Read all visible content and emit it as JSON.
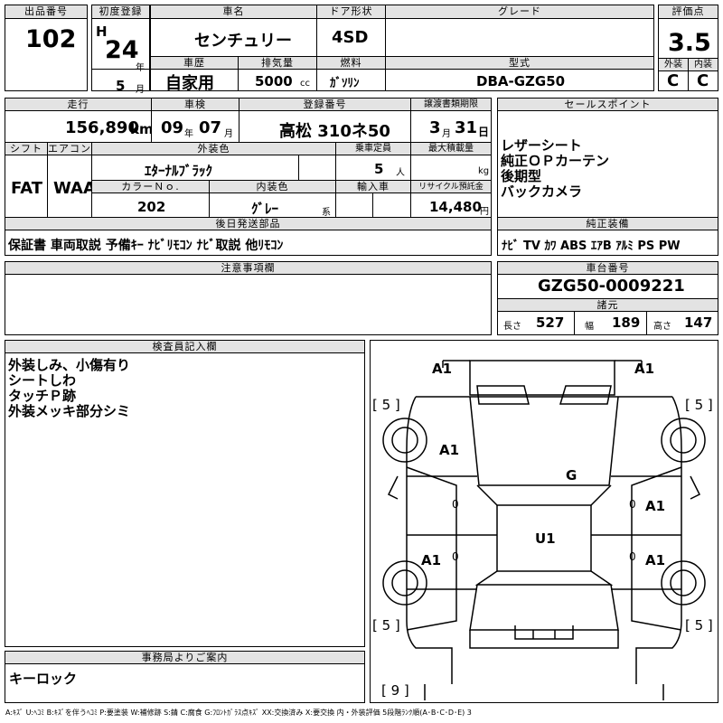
{
  "lot": {
    "label": "出品番号",
    "value": "102"
  },
  "first_reg": {
    "label": "初度登録",
    "era": "H",
    "year": "24",
    "year_unit": "年",
    "month": "5",
    "month_unit": "月"
  },
  "car_name": {
    "label": "車名",
    "value": "センチュリー"
  },
  "door": {
    "label": "ドア形状",
    "value": "4SD"
  },
  "grade": {
    "label": "グレード",
    "value": ""
  },
  "score": {
    "label": "評価点",
    "value": "3.5",
    "ext_label": "外装",
    "ext_value": "C",
    "int_label": "内装",
    "int_value": "C"
  },
  "history": {
    "label": "車歴",
    "value": "自家用"
  },
  "displacement": {
    "label": "排気量",
    "value": "5000",
    "unit": "cc"
  },
  "fuel": {
    "label": "燃料",
    "value": "ｶﾞｿﾘﾝ"
  },
  "model_code": {
    "label": "型式",
    "value": "DBA-GZG50"
  },
  "mileage": {
    "label": "走行",
    "value": "156,890",
    "unit": "km"
  },
  "inspection": {
    "label": "車検",
    "year": "09",
    "year_unit": "年",
    "month": "07",
    "month_unit": "月"
  },
  "plate": {
    "label": "登録番号",
    "value": "高松 310ネ50"
  },
  "transfer": {
    "label": "譲渡書類期限",
    "month": "3",
    "month_unit": "月",
    "day": "31",
    "day_unit": "日"
  },
  "sales_points": {
    "label": "セールスポイント",
    "items": [
      "レザーシート",
      "純正ＯＰカーテン",
      "後期型",
      "バックカメラ"
    ]
  },
  "shift": {
    "label": "シフト",
    "value": "FAT"
  },
  "ac": {
    "label": "エアコン",
    "value": "WAA"
  },
  "exterior_color": {
    "label": "外装色",
    "value": "ｴﾀｰﾅﾙﾌﾞﾗｯｸ"
  },
  "capacity": {
    "label": "乗車定員",
    "value": "5",
    "unit": "人"
  },
  "max_load": {
    "label": "最大積載量",
    "value": "",
    "unit": "kg"
  },
  "color_no": {
    "label": "カラーＮｏ.",
    "value": "202"
  },
  "interior_color": {
    "label": "内装色",
    "value": "ｸﾞﾚｰ",
    "unit": "系"
  },
  "import": {
    "label": "輸入車",
    "value": ""
  },
  "recycle": {
    "label": "リサイクル預託金",
    "value": "14,480",
    "unit": "円"
  },
  "later_parts": {
    "label": "後日発送部品",
    "value": "保証書 車両取説 予備ｷｰ ﾅﾋﾞﾘﾓｺﾝ ﾅﾋﾞ取説 他ﾘﾓｺﾝ"
  },
  "genuine_equipment": {
    "label": "純正装備",
    "value": "ﾅﾋﾞ TV ｶﾜ ABS ｴｱB ｱﾙﾐ PS PW"
  },
  "notes": {
    "label": "注意事項欄",
    "value": ""
  },
  "chassis": {
    "label": "車台番号",
    "value": "GZG50-0009221"
  },
  "specs": {
    "label": "諸元",
    "length_label": "長さ",
    "length": "527",
    "width_label": "幅",
    "width": "189",
    "height_label": "高さ",
    "height": "147"
  },
  "inspector": {
    "label": "検査員記入欄",
    "items": [
      "外装しみ、小傷有り",
      "シートしわ",
      "タッチＰ跡",
      "外装メッキ部分シミ"
    ]
  },
  "office": {
    "label": "事務局よりご案内",
    "value": "キーロック"
  },
  "diagram_marks": {
    "front_left": "A1",
    "front_right": "A1",
    "left_front_door": "A1",
    "roof": "G",
    "right_front_door": "A1",
    "center": "U1",
    "left_rear_door": "A1",
    "right_rear_door": "A1",
    "tire_fl": "[ 5 ]",
    "tire_fr": "[ 5 ]",
    "tire_rl": "[ 5 ]",
    "tire_rr": "[ 5 ]",
    "spare": "[ 9 ]",
    "side_left_1": "0",
    "side_left_2": "0",
    "side_right_1": "0",
    "side_right_2": "0"
  },
  "legend": "A:ｷｽﾞ U:ﾍｺﾐ B:ｷｽﾞを伴うﾍｺﾐ P:要塗装 W:補修跡 S:錆 C:腐食 G:ﾌﾛﾝﾄｶﾞﾗｽ点ｷｽﾞ XX:交換済み X:要交換 内・外装評価 5段階ﾗﾝｸ順(A･B･C･D･E) 3"
}
